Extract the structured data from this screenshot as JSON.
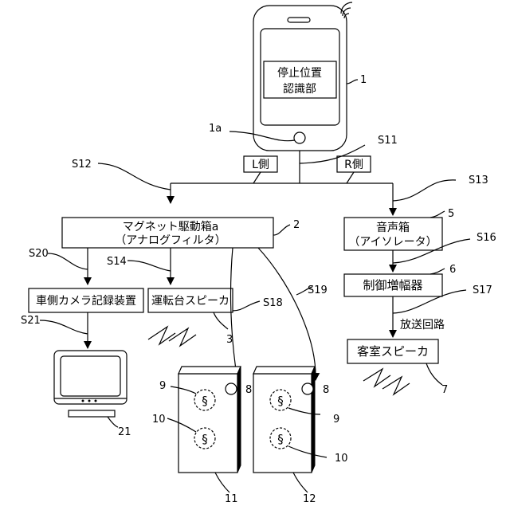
{
  "device": {
    "title_line1": "停止位置",
    "title_line2": "認識部",
    "ref": "1",
    "button_ref": "1a"
  },
  "branches": {
    "left": "L側",
    "right": "R側"
  },
  "magnet_box": {
    "line1": "マグネット駆動箱a",
    "line2": "（アナログフィルタ）",
    "ref": "2"
  },
  "voice_box": {
    "line1": "音声箱",
    "line2": "（アイソレータ）",
    "ref": "5"
  },
  "amp": {
    "label": "制御増幅器",
    "ref": "6"
  },
  "camera": {
    "label": "車側カメラ記録装置"
  },
  "driver_speaker": {
    "label": "運転台スピーカ",
    "ref": "3"
  },
  "cabin_speaker": {
    "label": "客室スピーカ",
    "ref": "7"
  },
  "broadcast": {
    "label": "放送回路"
  },
  "monitor": {
    "ref": "21"
  },
  "speaker_units": [
    {
      "ref": "11",
      "sensor_ref": "8",
      "upper_ref": "9",
      "lower_ref": "10"
    },
    {
      "ref": "12",
      "sensor_ref": "8",
      "upper_ref": "9",
      "lower_ref": "10"
    }
  ],
  "signals": {
    "s11": "S11",
    "s12": "S12",
    "s13": "S13",
    "s14": "S14",
    "s16": "S16",
    "s17": "S17",
    "s18": "S18",
    "s19": "S19",
    "s20": "S20",
    "s21": "S21"
  }
}
